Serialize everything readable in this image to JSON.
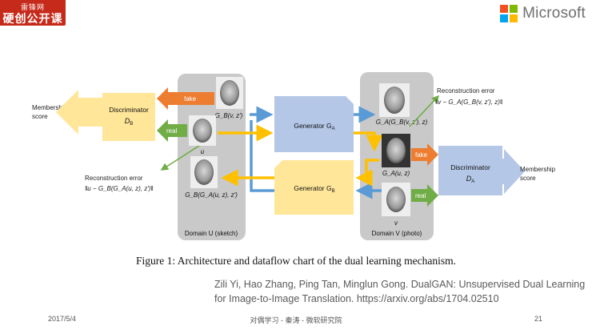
{
  "brand": {
    "line1": "雷锋网",
    "line2": "硬创公开课"
  },
  "microsoft": {
    "name": "Microsoft",
    "colors": [
      "#f25022",
      "#7fba00",
      "#00a4ef",
      "#ffb900"
    ]
  },
  "diagram": {
    "membership_left": [
      "Membership",
      "score"
    ],
    "discriminator_b": {
      "title": "Discriminator",
      "symbol": "D",
      "sub": "B"
    },
    "fake_left": "fake",
    "real_left": "real",
    "recon_left": {
      "title": "Reconstruction error",
      "formula": "‖u − G_B(G_A(u, z), z′)‖"
    },
    "domain_u": "Domain U (sketch)",
    "face_labels_u": [
      "G_B(v, z′)",
      "u",
      "G_B(G_A(u, z), z′)"
    ],
    "generator_a": {
      "title": "Generator G",
      "sub": "A"
    },
    "generator_b": {
      "title": "Generator G",
      "sub": "B"
    },
    "domain_v": "Domain V (photo)",
    "face_labels_v": [
      "G_A(G_B(v, z′), z)",
      "G_A(u, z)",
      "v"
    ],
    "recon_right": {
      "title": "Reconstruction error",
      "formula": "‖v − G_A(G_B(v, z′), z)‖"
    },
    "fake_right": "fake",
    "real_right": "real",
    "discriminator_a": {
      "title": "Discriminator",
      "symbol": "D",
      "sub": "A"
    },
    "membership_right": [
      "Membership",
      "score"
    ],
    "colors": {
      "domain_panel": "#c9c9c9",
      "generator": "#b4c7e7",
      "discriminator": "#ffe699",
      "blue_arrow": "#5b9bd5",
      "yellow_arrow": "#ffc000",
      "fake_arrow": "#ed7d31",
      "real_arrow": "#70ad47",
      "green_line": "#70ad47"
    }
  },
  "caption": "Figure 1: Architecture and dataflow chart of the dual learning mechanism.",
  "citation": {
    "line1": "Zili Yi, Hao Zhang, Ping Tan, Minglun Gong. DualGAN: Unsupervised Dual Learning",
    "line2": "for Image-to-Image Translation. https://arxiv.org/abs/1704.02510"
  },
  "footer": {
    "date": "2017/5/4",
    "center": "对偶学习 - 秦涛 - 微软研究院",
    "page": "21"
  }
}
